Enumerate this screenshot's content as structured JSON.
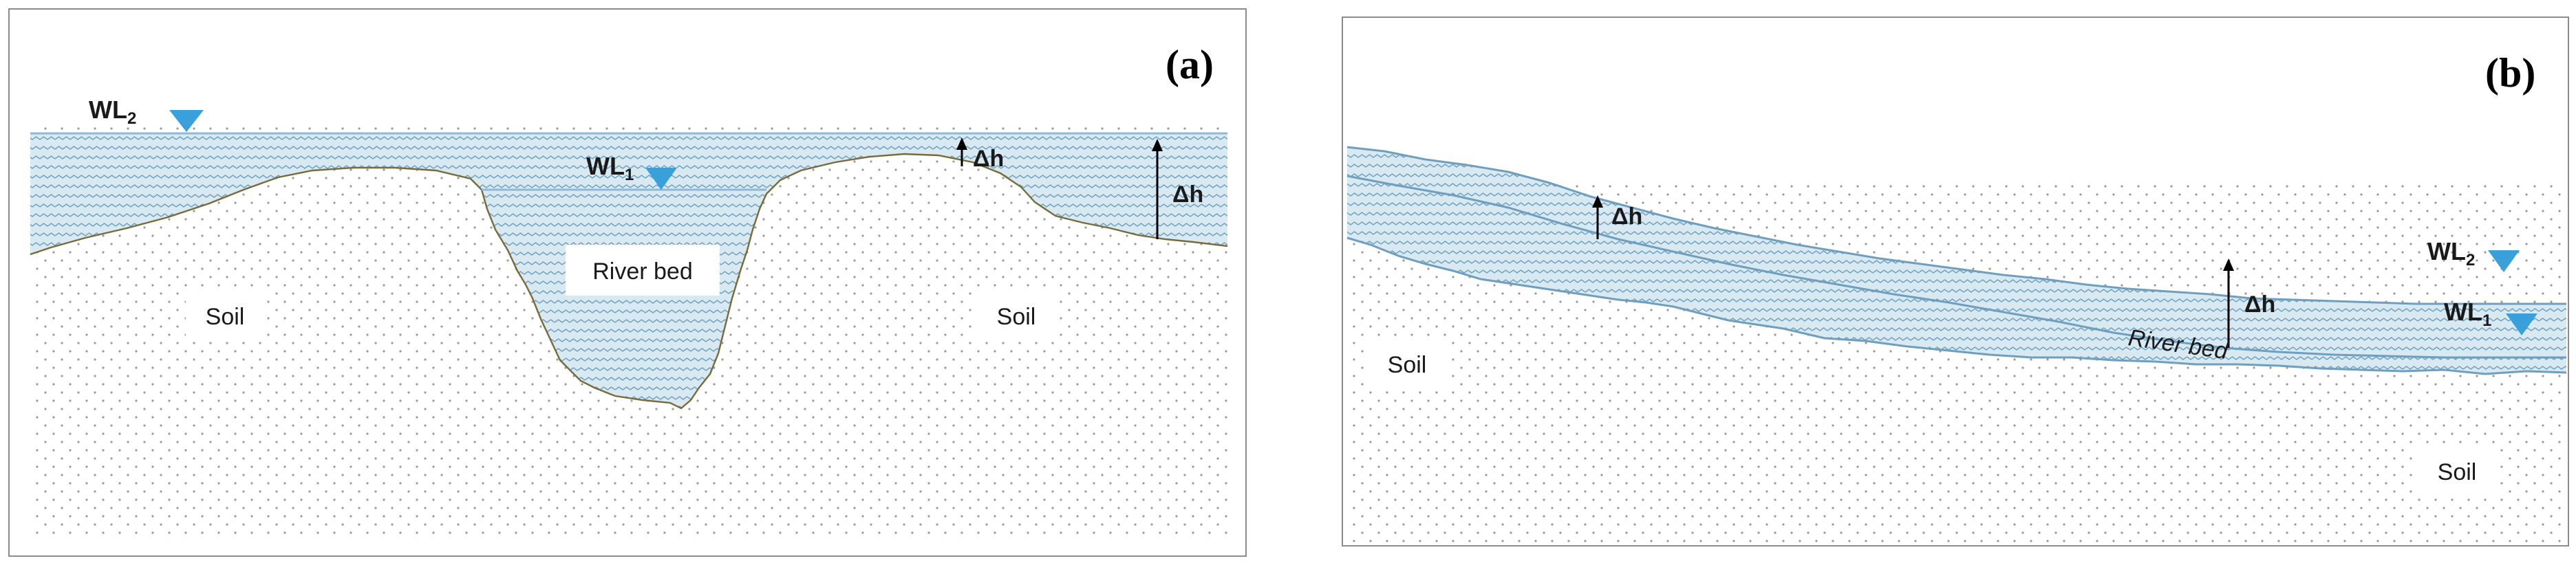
{
  "panel_a": {
    "tag": "(a)",
    "wl2_label": "WL",
    "wl2_sub": "2",
    "wl1_label": "WL",
    "wl1_sub": "1",
    "delta_h_1": "Δh",
    "delta_h_2": "Δh",
    "river_bed": "River bed",
    "soil_left": "Soil",
    "soil_right": "Soil"
  },
  "panel_b": {
    "tag": "(b)",
    "wl2_label": "WL",
    "wl2_sub": "2",
    "wl1_label": "WL",
    "wl1_sub": "1",
    "delta_h_1": "Δh",
    "delta_h_2": "Δh",
    "river_bed": "River bed",
    "soil_left": "Soil",
    "soil_right": "Soil"
  },
  "colors": {
    "water": "#d8e9f2",
    "water_wave": "#6f9fbf",
    "waterline": "#8fb9d4",
    "marker": "#3aa0dc",
    "ground": "#7a6a3a",
    "soil_dot": "#9a9a9a"
  }
}
